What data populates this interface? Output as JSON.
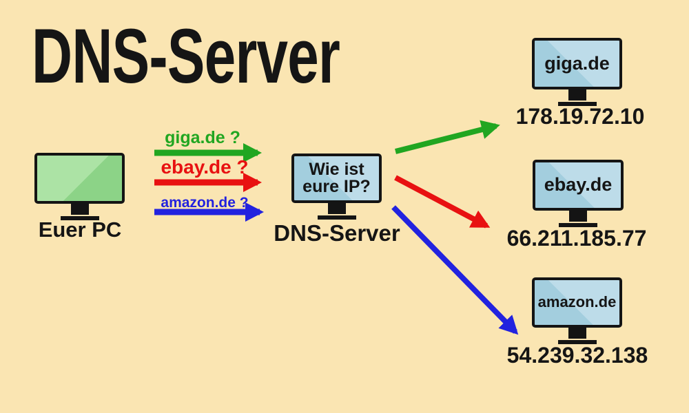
{
  "title": "DNS-Server",
  "client": {
    "label": "Euer PC"
  },
  "queries": [
    {
      "label": "giga.de ?",
      "color": "#21A621"
    },
    {
      "label": "ebay.de ?",
      "color": "#E81111"
    },
    {
      "label": "amazon.de ?",
      "color": "#2222DF"
    }
  ],
  "dns": {
    "screen_line1": "Wie ist",
    "screen_line2": "eure IP?",
    "label": "DNS-Server"
  },
  "servers": [
    {
      "domain": "giga.de",
      "ip": "178.19.72.10",
      "arrow_color": "#21A621"
    },
    {
      "domain": "ebay.de",
      "ip": "66.211.185.77",
      "arrow_color": "#E81111"
    },
    {
      "domain": "amazon.de",
      "ip": "54.239.32.138",
      "arrow_color": "#2222DF"
    }
  ],
  "colors": {
    "background": "#FAE5B2",
    "text": "#151515",
    "monitor_frame": "#141414",
    "client_screen_light": "#ACE3A5",
    "client_screen_dark": "#8CD387",
    "server_screen_light": "#BDDCE9",
    "server_screen_dark": "#A3CEDE"
  }
}
